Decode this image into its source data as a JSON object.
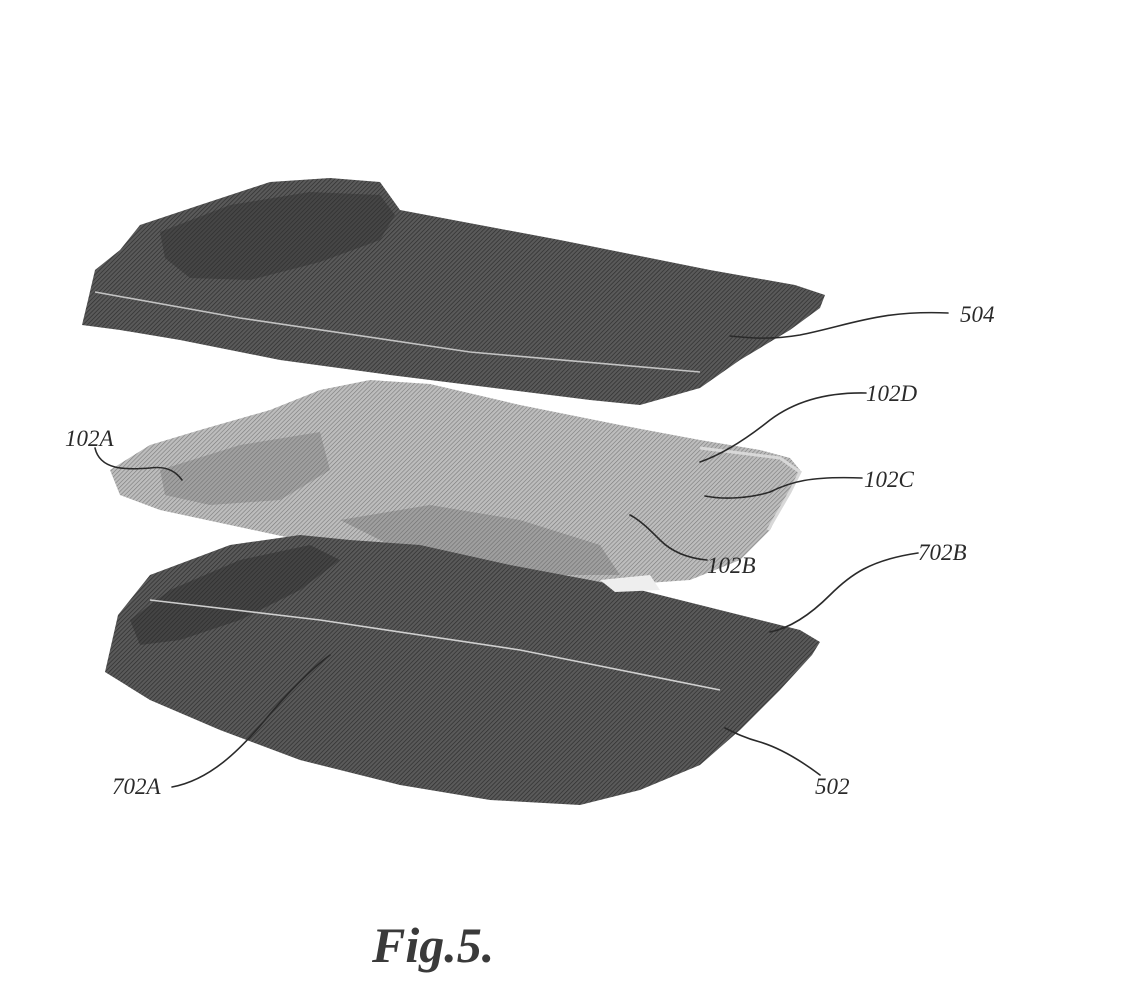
{
  "figure": {
    "caption": "Fig.5.",
    "labels": {
      "l504": "504",
      "l102D": "102D",
      "l102A": "102A",
      "l102C": "102C",
      "l102B": "102B",
      "l702B": "702B",
      "l702A": "702A",
      "l502": "502"
    }
  },
  "colors": {
    "dark_layer": "#4a4a4a",
    "light_layer": "#9a9a9a",
    "lines": "#2a2a2a"
  }
}
